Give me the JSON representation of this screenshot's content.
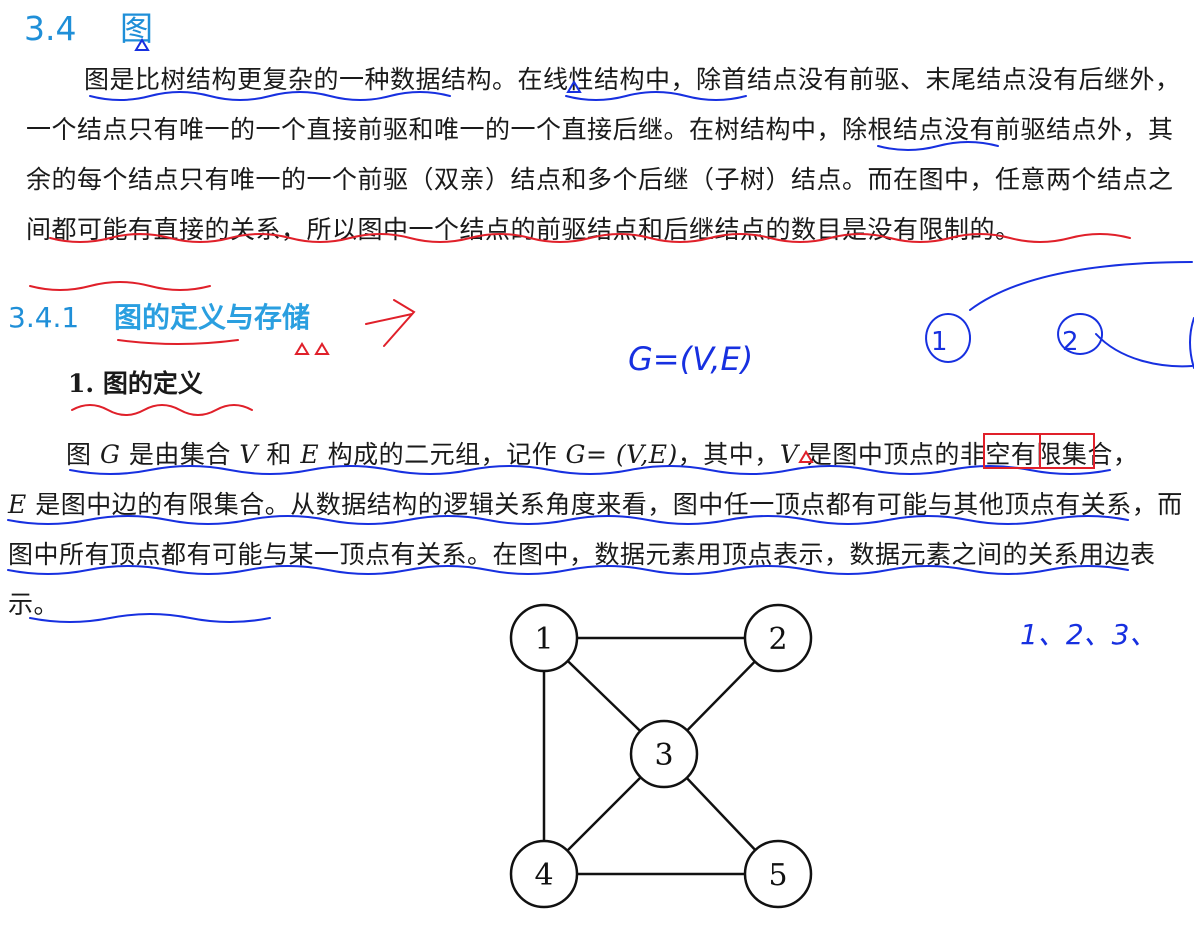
{
  "section": {
    "number": "3.4",
    "title": "图"
  },
  "intro": "图是比树结构更复杂的一种数据结构。在线性结构中，除首结点没有前驱、末尾结点没有后继外，一个结点只有唯一的一个直接前驱和唯一的一个直接后继。在树结构中，除根结点没有前驱结点外，其余的每个结点只有唯一的一个前驱（双亲）结点和多个后继（子树）结点。而在图中，任意两个结点之间都可能有直接的关系，所以图中一个结点的前驱结点和后继结点的数目是没有限制的。",
  "subsection": {
    "number": "3.4.1",
    "title": "图的定义与存储"
  },
  "item": {
    "number": "1.",
    "title": "图的定义"
  },
  "definition": {
    "p1": "图",
    "G": "G",
    "p2": "是由集合",
    "V": "V",
    "p3": "和",
    "E": "E",
    "p4": "构成的二元组，记作",
    "formula": "G= (V,E)",
    "p5": "，其中，",
    "V2": "V",
    "p6": "是图中顶点的非空有限集合，",
    "E2": "E",
    "p7": "是图中边的有限集合。从数据结构的逻辑关系角度来看，图中任一顶点都有可能与其他顶点有关系，而图中所有顶点都有可能与某一顶点有关系。在图中，数据元素用顶点表示，数据元素之间的关系用边表示。"
  },
  "graph": {
    "vertices": [
      {
        "id": "1",
        "label": "1"
      },
      {
        "id": "2",
        "label": "2"
      },
      {
        "id": "3",
        "label": "3"
      },
      {
        "id": "4",
        "label": "4"
      },
      {
        "id": "5",
        "label": "5"
      }
    ],
    "edges": [
      [
        "1",
        "2"
      ],
      [
        "1",
        "3"
      ],
      [
        "1",
        "4"
      ],
      [
        "2",
        "3"
      ],
      [
        "3",
        "4"
      ],
      [
        "3",
        "5"
      ],
      [
        "4",
        "5"
      ]
    ]
  },
  "handwriting": {
    "formula": "G=(V,E)",
    "circle1": "1",
    "circle2": "2",
    "list": "1、2、3、"
  },
  "colors": {
    "heading": "#1f8fd8",
    "ink_blue": "#1730e0",
    "ink_red": "#e0202a"
  }
}
